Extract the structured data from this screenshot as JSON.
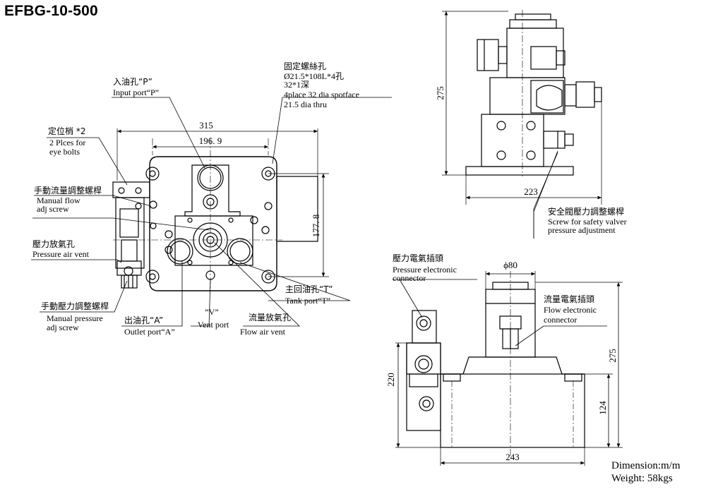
{
  "title": "EFBG-10-500",
  "footer": {
    "dimension": "Dimension:m/m",
    "weight": "Weight: 58kgs"
  },
  "dims": {
    "d315": "315",
    "d196": "196. 9",
    "d177": "177. 8",
    "d275a": "275",
    "d223": "223",
    "d80": "ϕ80",
    "d220": "220",
    "d275b": "275",
    "d124": "124",
    "d243": "243"
  },
  "labels": {
    "bolt_cn": "固定螺絲孔",
    "bolt_en1": "Ø21.5*108L*4孔",
    "bolt_en2": "32*1深",
    "bolt_en3": "4place 32 dia spotface",
    "bolt_en4": "21.5 dia thru",
    "p_cn": "入油孔“P”",
    "p_en": "Input port“P”",
    "pin_cn": "定位梢 *2",
    "pin_en1": "2 Plces for",
    "pin_en2": "eye bolts",
    "flow_cn": "手動流量調整螺桿",
    "flow_en1": "Manual flow",
    "flow_en2": "adj screw",
    "pvent_cn": "壓力放氣孔",
    "pvent_en": "Pressure air vent",
    "madj_cn": "手動壓力調整螺桿",
    "madj_en1": "Manual pressure",
    "madj_en2": "adj screw",
    "a_cn": "出油孔“A”",
    "a_en": "Outlet port“A”",
    "v_cn": "“V”",
    "v_en": "Vent port",
    "fvent_cn": "流量放氣孔",
    "fvent_en": "Flow air vent",
    "t_cn": "主回油孔“T”",
    "t_en": "Tank port“T”",
    "safety_cn": "安全閥壓力調整螺桿",
    "safety_en1": "Screw for safety valver",
    "safety_en2": "pressure adjustment",
    "pconn_cn": "壓力電氣插頭",
    "pconn_en1": "Pressure electronic",
    "pconn_en2": "connector",
    "fconn_cn": "流量電氣插頭",
    "fconn_en1": "Flow electronic",
    "fconn_en2": "connector"
  }
}
